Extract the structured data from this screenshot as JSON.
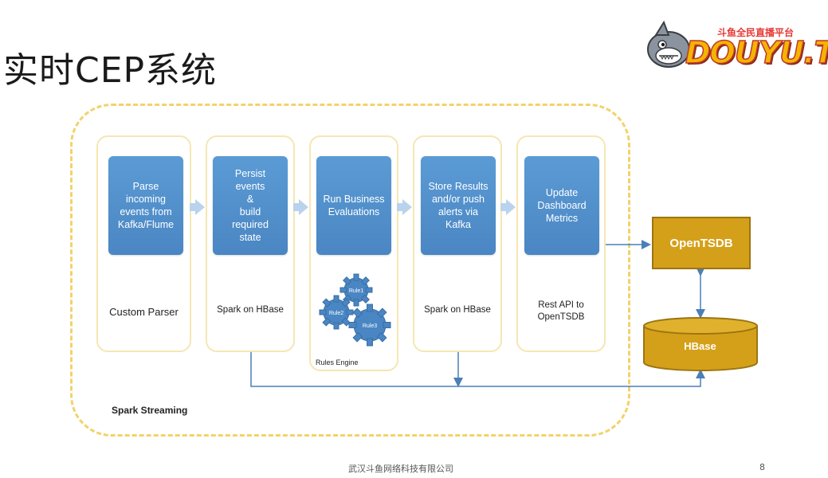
{
  "slide": {
    "title": "实时CEP系统",
    "logo_text": "DOUYU.TV",
    "logo_subtitle": "斗鱼全民直播平台",
    "footer": "武汉斗鱼网络科技有限公司",
    "page_number": "8"
  },
  "diagram": {
    "stages": [
      {
        "box": "Parse\nincoming\nevents from\nKafka/Flume",
        "label": "Custom Parser"
      },
      {
        "box": "Persist\nevents\n&\nbuild\nrequired\nstate",
        "label": "Spark on HBase"
      },
      {
        "box": "Run Business\nEvaluations",
        "label": ""
      },
      {
        "box": "Store Results\nand/or push\nalerts via\nKafka",
        "label": "Spark on HBase"
      },
      {
        "box": "Update\nDashboard\nMetrics",
        "label": "Rest API to\nOpenTSDB"
      }
    ],
    "gears": [
      "Rule1",
      "Rule2",
      "Rule3"
    ],
    "rules_engine_label": "Rules Engine",
    "container_label": "Spark Streaming",
    "opentsdb_label": "OpenTSDB",
    "hbase_label": "HBase"
  },
  "colors": {
    "blue_box": "#5b9bd5",
    "gold": "#d5a019",
    "frame": "#f1d36b",
    "connector": "#4a7fb8"
  }
}
